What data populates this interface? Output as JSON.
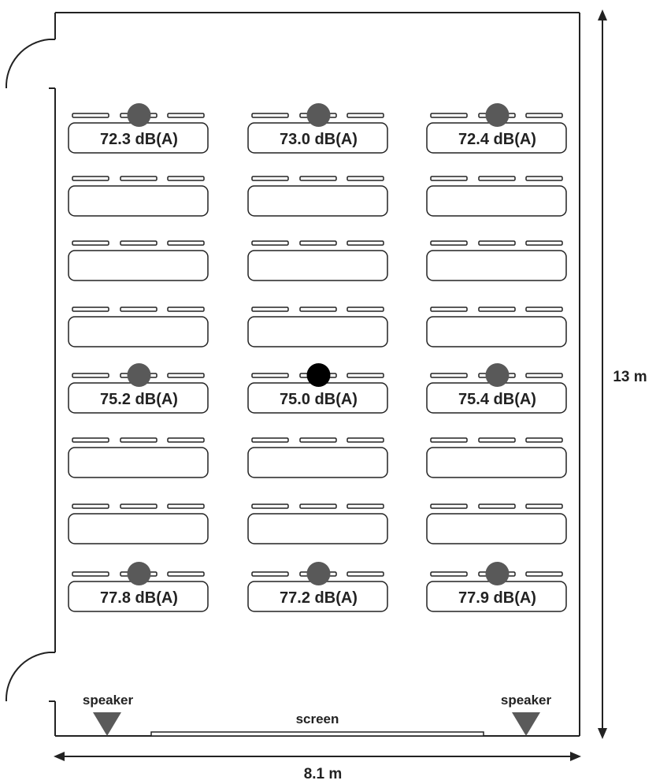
{
  "dimensions": {
    "height_label": "13 m",
    "width_label": "8.1 m"
  },
  "labels": {
    "screen": "screen",
    "speaker_left": "speaker",
    "speaker_right": "speaker"
  },
  "layout": {
    "rows": 8,
    "columns": 3,
    "benches_per_desk": 3
  },
  "measurement_points": [
    {
      "row": 0,
      "col": 0,
      "value": "72.3 dB(A)",
      "reference": false
    },
    {
      "row": 0,
      "col": 1,
      "value": "73.0 dB(A)",
      "reference": false
    },
    {
      "row": 0,
      "col": 2,
      "value": "72.4 dB(A)",
      "reference": false
    },
    {
      "row": 4,
      "col": 0,
      "value": "75.2 dB(A)",
      "reference": false
    },
    {
      "row": 4,
      "col": 1,
      "value": "75.0 dB(A)",
      "reference": true
    },
    {
      "row": 4,
      "col": 2,
      "value": "75.4 dB(A)",
      "reference": false
    },
    {
      "row": 7,
      "col": 0,
      "value": "77.8 dB(A)",
      "reference": false
    },
    {
      "row": 7,
      "col": 1,
      "value": "77.2 dB(A)",
      "reference": false
    },
    {
      "row": 7,
      "col": 2,
      "value": "77.9 dB(A)",
      "reference": false
    }
  ],
  "colors": {
    "line": "#222222",
    "point": "#595959",
    "reference_point": "#000000",
    "speaker": "#5a5a5a"
  }
}
